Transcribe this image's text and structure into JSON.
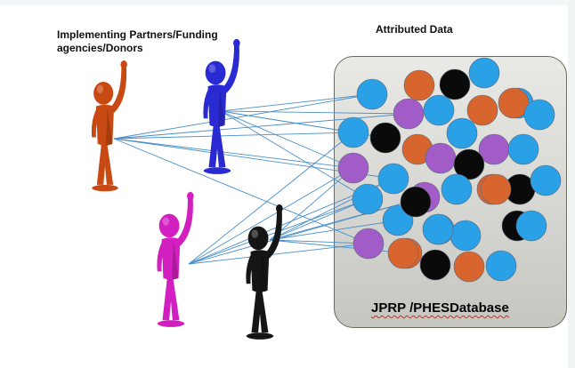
{
  "labels": {
    "partners": "Implementing Partners/Funding agencies/Donors",
    "attributed": "Attributed Data",
    "database": "JPRP /PHESDatabase"
  },
  "colors": {
    "figure_orange": "#c84a12",
    "figure_blue": "#2a2ad2",
    "figure_magenta": "#d21fbf",
    "figure_black": "#151515",
    "line": "#4a8fc9",
    "dot_blue": "#2aa0e6",
    "dot_orange": "#d9652e",
    "dot_black": "#0a0a0a",
    "dot_purple": "#a25cc8"
  },
  "dots": [
    "blue",
    "orange",
    "black",
    "blue",
    "blue",
    "purple",
    "blue",
    "orange",
    "orange",
    "blue",
    "blue",
    "black",
    "orange",
    "blue",
    "purple",
    "blue",
    "purple",
    "purple",
    "black",
    "blue",
    "blue",
    "orange",
    "black",
    "blue",
    "purple",
    "blue",
    "orange",
    "blue",
    "blue",
    "black",
    "blue",
    "black",
    "purple",
    "orange",
    "blue",
    "blue",
    "orange",
    "black",
    "orange",
    "blue"
  ]
}
